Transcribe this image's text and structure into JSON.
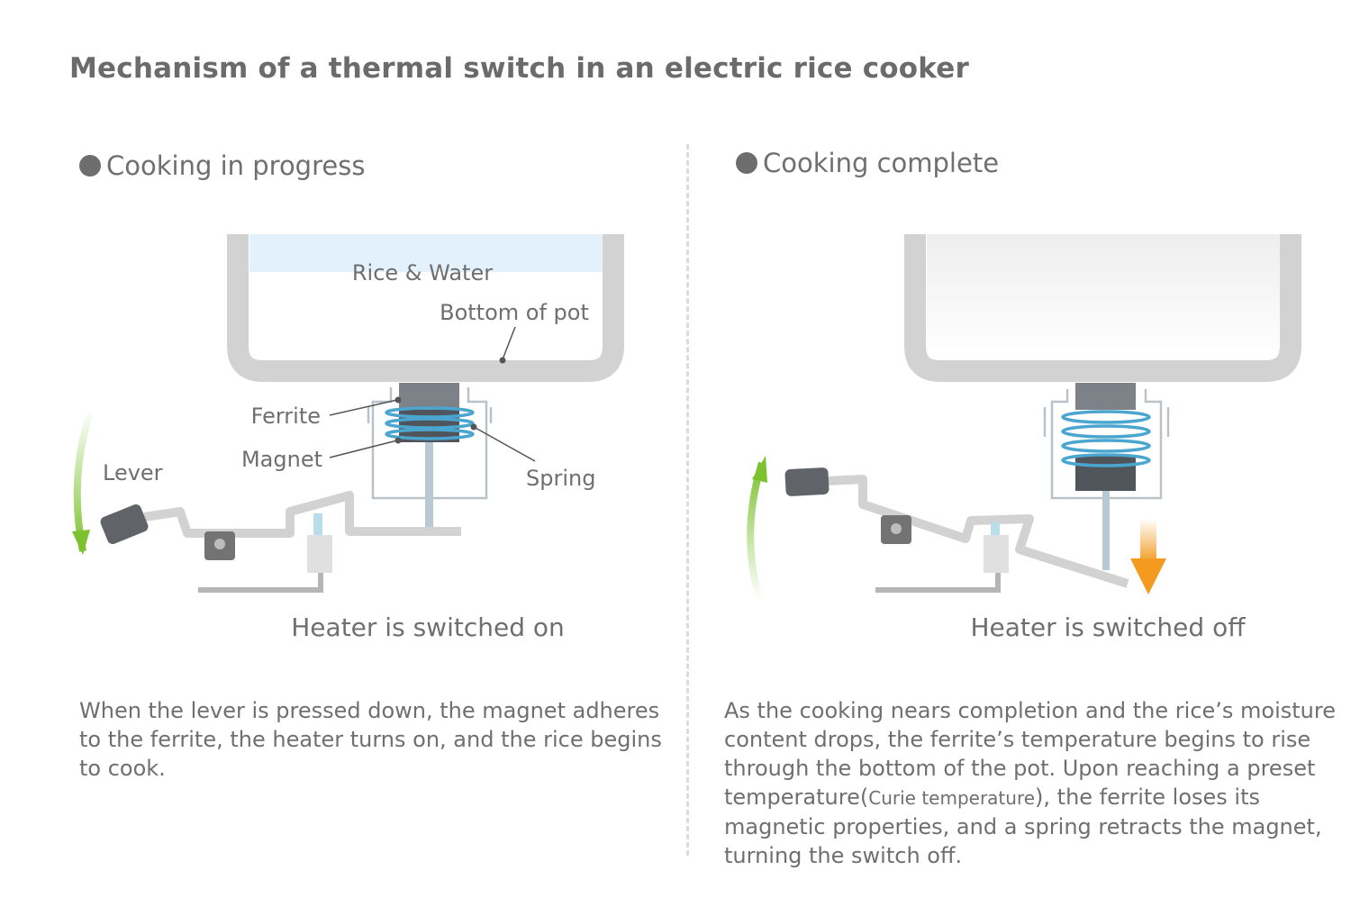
{
  "title": "Mechanism of a thermal switch in an electric rice cooker",
  "left": {
    "heading": "Cooking in progress",
    "labels": {
      "rice_water": "Rice & Water",
      "bottom_of_pot": "Bottom of pot",
      "ferrite": "Ferrite",
      "magnet": "Magnet",
      "spring": "Spring",
      "lever": "Lever"
    },
    "status": "Heater is switched on",
    "description": "When the lever is pressed down, the magnet adheres to the ferrite, the heater turns on, and the rice begins to cook."
  },
  "right": {
    "heading": "Cooking complete",
    "status": "Heater is switched off",
    "description_part1": "As the cooking nears completion and the rice’s moisture content drops, the ferrite’s temperature begins to rise through the bottom of the pot. Upon reaching a preset temperature",
    "description_paren_open": "(",
    "description_term": "Curie temperature",
    "description_paren_close": ")",
    "description_part2": ", the ferrite loses its magnetic properties, and a spring retracts the magnet, turning the switch off."
  },
  "colors": {
    "pot": "#d2d2d2",
    "water": "#e2f1fb",
    "coil": "#4aa6cf",
    "ferrite": "#7c8288",
    "magnet": "#4f555b",
    "lever_handle": "#606468",
    "arrow_green": "#7cc12e",
    "arrow_orange": "#f39a1f"
  },
  "icons": {
    "bullet": "filled-circle-icon",
    "lever_arrow": "curved-arrow-icon",
    "drop_arrow": "down-arrow-icon"
  }
}
